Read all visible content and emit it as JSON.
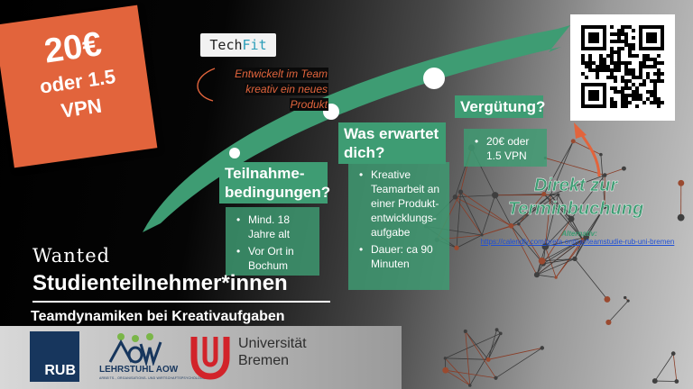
{
  "price": {
    "amount": "20€",
    "alternative": "oder 1.5",
    "unit": "VPN"
  },
  "techfit": {
    "prefix": "Tech",
    "suffix": "Fit"
  },
  "team_note": {
    "line1": "Entwickelt im Team",
    "line2": "kreativ ein neues",
    "line3": "Produkt"
  },
  "sections": {
    "teilnahme": {
      "title_line1": "Teilnahme-",
      "title_line2": "bedingungen?",
      "items": [
        "Mind. 18 Jahre alt",
        "Vor Ort in Bochum"
      ]
    },
    "erwartet": {
      "title_line1": "Was erwartet",
      "title_line2": "dich?",
      "items": [
        "Kreative Teamarbeit an einer Produkt-entwicklungs-aufgabe",
        "Dauer: ca 90 Minuten"
      ]
    },
    "verguetung": {
      "title": "Vergütung?",
      "items": [
        "20€ oder 1.5 VPN"
      ]
    }
  },
  "booking": {
    "cta_line1": "Direkt zur",
    "cta_line2": "Terminbuchung",
    "alt_label": "Alternativ:",
    "alt_link": "https://calendly.com/greta-ontrup/teamstudie-rub-uni-bremen"
  },
  "headline": {
    "wanted": "Wanted",
    "title": "Studienteilnehmer*innen",
    "subtitle": "Teamdynamiken bei Kreativaufgaben"
  },
  "logos": {
    "rub": "RUB",
    "aow": "LEHRSTUHL AOW",
    "aow_sub": "ARBEITS-, ORGANISATIONS- UND WIRTSCHAFTSPSYCHOLOGIE",
    "uni_line1": "Universität",
    "uni_line2": "Bremen"
  },
  "colors": {
    "accent_green": "#3e9c73",
    "accent_orange": "#e2643c",
    "link_blue": "#1e4fd6"
  }
}
